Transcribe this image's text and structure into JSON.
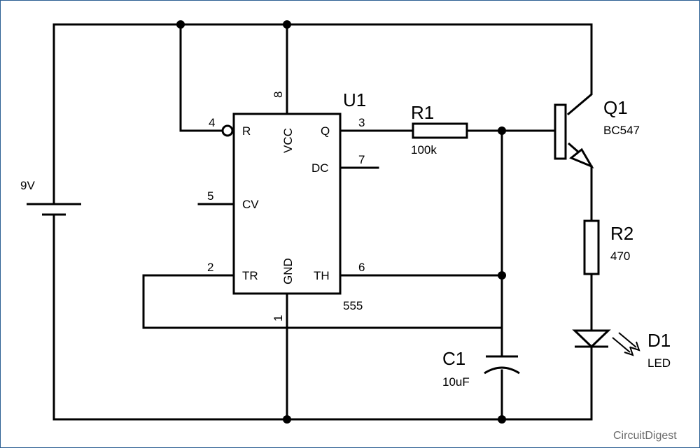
{
  "battery": {
    "voltage": "9V"
  },
  "ic": {
    "ref": "U1",
    "part": "555",
    "pins": {
      "r": {
        "name": "R",
        "num": "4"
      },
      "vcc": {
        "name": "VCC",
        "num": "8"
      },
      "q": {
        "name": "Q",
        "num": "3"
      },
      "dc": {
        "name": "DC",
        "num": "7"
      },
      "cv": {
        "name": "CV",
        "num": "5"
      },
      "tr": {
        "name": "TR",
        "num": "2"
      },
      "gnd": {
        "name": "GND",
        "num": "1"
      },
      "th": {
        "name": "TH",
        "num": "6"
      }
    }
  },
  "r1": {
    "ref": "R1",
    "value": "100k"
  },
  "q1": {
    "ref": "Q1",
    "part": "BC547"
  },
  "r2": {
    "ref": "R2",
    "value": "470"
  },
  "c1": {
    "ref": "C1",
    "value": "10uF"
  },
  "d1": {
    "ref": "D1",
    "value": "LED"
  },
  "brand": {
    "text": "CircuitDigest"
  }
}
